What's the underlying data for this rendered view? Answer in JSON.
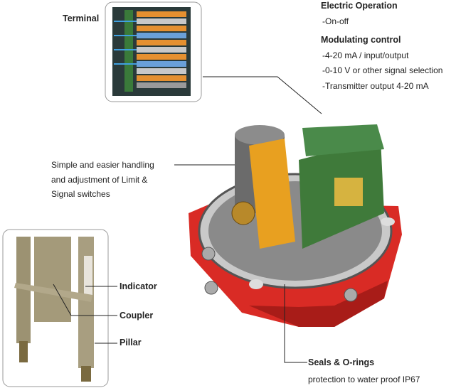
{
  "labels": {
    "terminal": "Terminal",
    "electric_operation": {
      "title": "Electric Operation",
      "items": [
        "-On-off"
      ]
    },
    "modulating_control": {
      "title": "Modulating control",
      "items": [
        "-4-20 mA / input/output",
        "-0-10 V or other signal selection",
        "-Transmitter output 4-20 mA"
      ]
    },
    "handling": [
      "Simple and easier handling",
      "and adjustment of Limit &",
      "Signal switches"
    ],
    "indicator": "Indicator",
    "coupler": "Coupler",
    "pillar": "Pillar",
    "seals": {
      "title": "Seals & O-rings",
      "subtitle": "protection to water proof IP67"
    }
  },
  "colors": {
    "housing_red": "#d92b25",
    "bracket_orange": "#e8a020",
    "pcb_green": "#3f7a3a",
    "leader_line": "#222222",
    "callout_border": "#999999"
  }
}
